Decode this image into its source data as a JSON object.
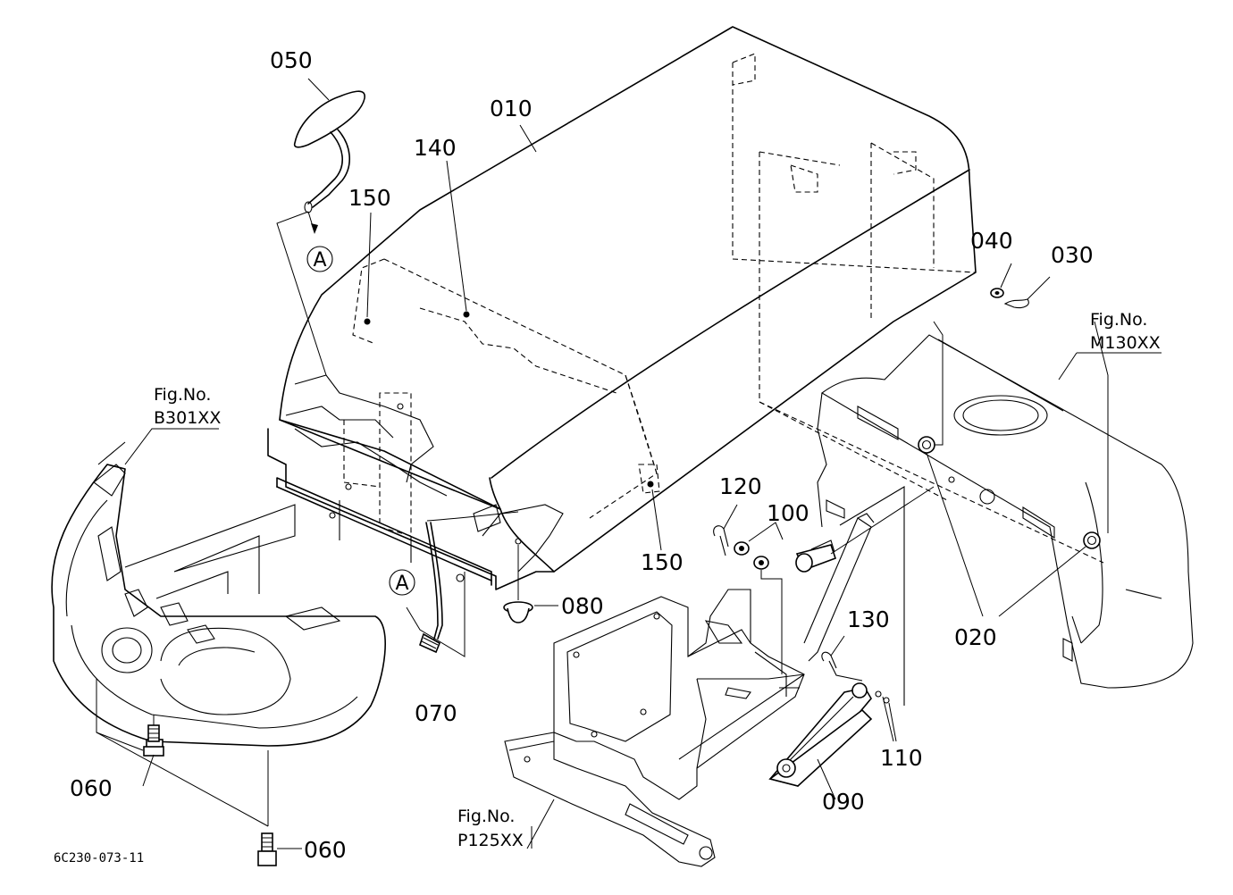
{
  "callouts": {
    "c010": "010",
    "c020": "020",
    "c030": "030",
    "c040": "040",
    "c050": "050",
    "c060a": "060",
    "c060b": "060",
    "c070": "070",
    "c080": "080",
    "c090": "090",
    "c100": "100",
    "c110": "110",
    "c120": "120",
    "c130": "130",
    "c140": "140",
    "c150a": "150",
    "c150b": "150"
  },
  "figure_refs": {
    "b301": {
      "label": "Fig.No.",
      "code": "B301XX"
    },
    "m130": {
      "label": "Fig.No.",
      "code": "M130XX"
    },
    "p125": {
      "label": "Fig.No.",
      "code": "P125XX"
    }
  },
  "markers": {
    "a_top": "A",
    "a_bottom": "A"
  },
  "drawing_code": "6C230-073-11"
}
